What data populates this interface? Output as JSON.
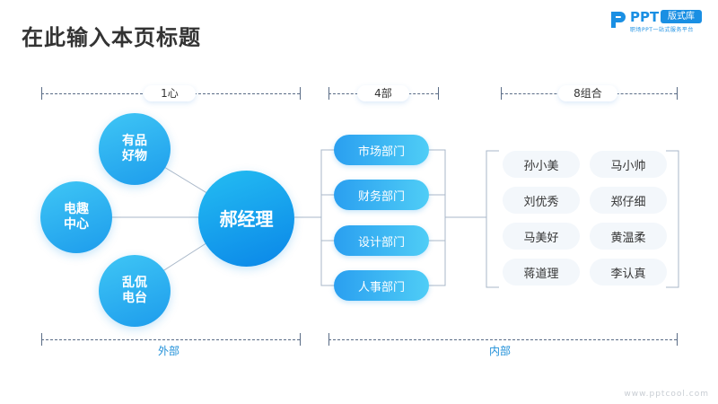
{
  "title": "在此输入本页标题",
  "logo": {
    "ppt": "PPT",
    "badge": "版式库",
    "tagline": "职场PPT一站式服务平台"
  },
  "sections": {
    "left": "1心",
    "middle": "4部",
    "right": "8组合"
  },
  "footers": {
    "outer": "外部",
    "inner": "内部"
  },
  "center": "郝经理",
  "satellites": [
    "有品\n好物",
    "电趣\n中心",
    "乱侃\n电台"
  ],
  "departments": [
    "市场部门",
    "财务部门",
    "设计部门",
    "人事部门"
  ],
  "members": [
    "孙小美",
    "马小帅",
    "刘优秀",
    "郑仔细",
    "马美好",
    "黄温柔",
    "蒋道理",
    "李认真"
  ],
  "watermark": "www.pptcool.com"
}
